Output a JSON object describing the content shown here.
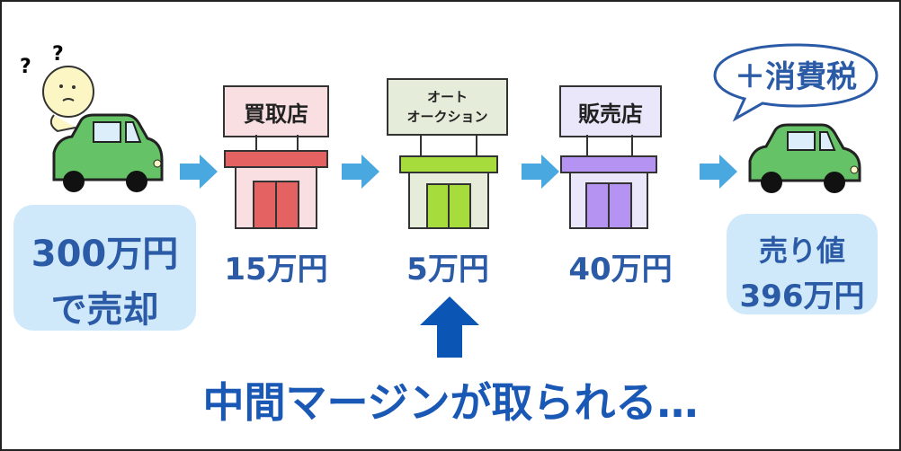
{
  "seller": {
    "question_marks": [
      "?",
      "?"
    ],
    "price_line1": "300万円",
    "price_line2": "で売却"
  },
  "shops": [
    {
      "name_lines": [
        "買取店"
      ],
      "margin": "15万円",
      "color": "#e46262",
      "sign_color": "#f9dfe2"
    },
    {
      "name_lines": [
        "オート",
        "オークション"
      ],
      "margin": "5万円",
      "color": "#a6dc3c",
      "sign_color": "#e5ecd9"
    },
    {
      "name_lines": [
        "販売店"
      ],
      "margin": "40万円",
      "color": "#b493f2",
      "sign_color": "#ebe7fa"
    }
  ],
  "buyer": {
    "tax_bubble": "＋消費税",
    "price_line1": "売り値",
    "price_line2": "396万円"
  },
  "caption": "中間マージンが取られる…",
  "colors": {
    "text_blue": "#2b5aa6",
    "arrow": "#4aa8e0",
    "big_arrow": "#0b55b5",
    "car": "#66c266"
  }
}
